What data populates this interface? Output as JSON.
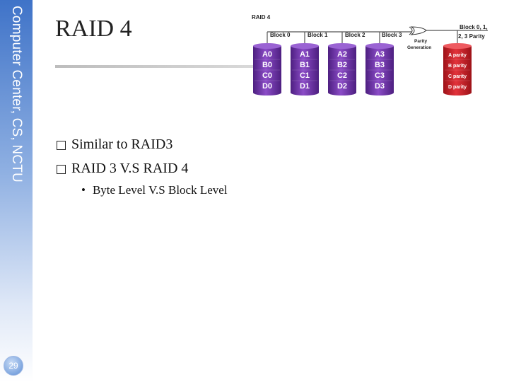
{
  "sidebar": {
    "title": "Computer Center, CS, NCTU",
    "page_number": "29"
  },
  "slide": {
    "title": "RAID 4",
    "bullets": [
      "Similar to RAID3",
      "RAID 3 V.S RAID 4"
    ],
    "sub_bullets": [
      "Byte Level V.S Block Level"
    ]
  },
  "diagram": {
    "label": "RAID 4",
    "block_labels": [
      "Block 0",
      "Block 1",
      "Block 2",
      "Block 3"
    ],
    "parity_generation": [
      "Parity",
      "Generation"
    ],
    "output_label": [
      "Block 0, 1,",
      "2, 3 Parity"
    ],
    "disks": [
      [
        "A0",
        "B0",
        "C0",
        "D0"
      ],
      [
        "A1",
        "B1",
        "C1",
        "D1"
      ],
      [
        "A2",
        "B2",
        "C2",
        "D2"
      ],
      [
        "A3",
        "B3",
        "C3",
        "D3"
      ]
    ],
    "parity_disk": [
      "A parity",
      "B parity",
      "C parity",
      "D parity"
    ],
    "colors": {
      "data_disk": "#7a3fb3",
      "parity_disk": "#d8262e"
    }
  }
}
